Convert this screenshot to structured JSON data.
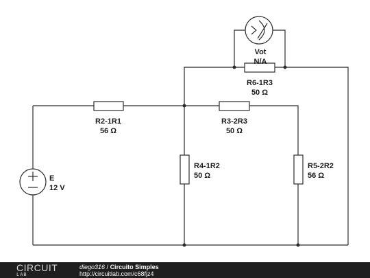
{
  "components": {
    "r2": {
      "name": "R2-1R1",
      "value": "56 Ω"
    },
    "r3": {
      "name": "R3-2R3",
      "value": "50 Ω"
    },
    "r6": {
      "name": "R6-1R3",
      "value": "50 Ω"
    },
    "r4": {
      "name": "R4-1R2",
      "value": "50 Ω"
    },
    "r5": {
      "name": "R5-2R2",
      "value": "56 Ω"
    },
    "source": {
      "name": "E",
      "value": "12 V"
    },
    "voltmeter": {
      "name": "Vot",
      "value": "N/A"
    }
  },
  "footer": {
    "logo_top": "CIRCUIT",
    "logo_bottom": "LAB",
    "author": "diego316",
    "separator": " / ",
    "title": "Circuito Simples",
    "url": "http://circuitlab.com/c68fjz4"
  }
}
